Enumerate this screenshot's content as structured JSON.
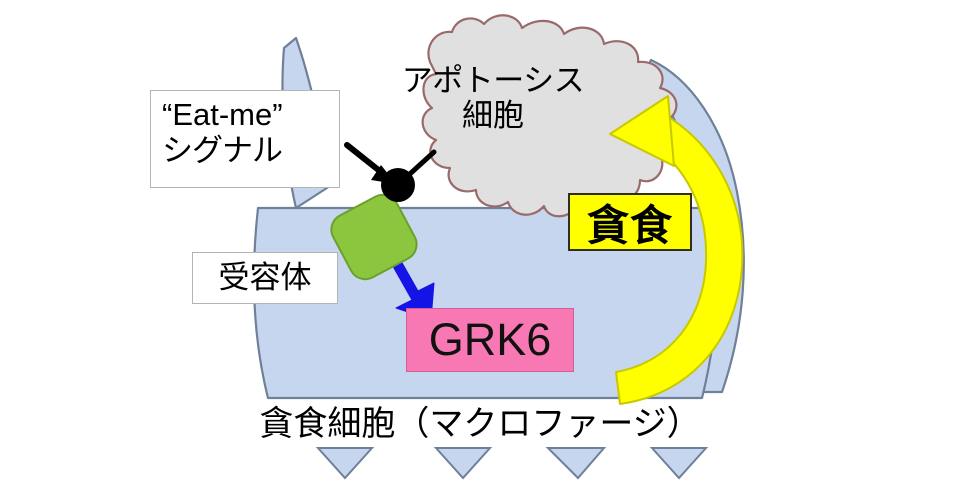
{
  "figure": {
    "title": "貪食細胞（マクロファージ）",
    "caption": "貪食細胞（マクロファージ）",
    "background_color": "#ffffff"
  },
  "labels": {
    "eat_me_line1": "“Eat-me”",
    "eat_me_line2": "シグナル",
    "receptor": "受容体",
    "apoptosis_line1": "アポトーシス",
    "apoptosis_line2": "細胞",
    "phagocytosis": "貪食",
    "grk6": "GRK6"
  },
  "colors": {
    "macrophage_fill": "#c6d6ef",
    "macrophage_stroke": "#6f8099",
    "apoptotic_fill": "#e0e0e0",
    "apoptotic_stroke": "#9a6a6a",
    "receptor_green": "#8cc63e",
    "receptor_green_stroke": "#6ba02c",
    "arrow_blue": "#1414e6",
    "arrow_yellow": "#ffff00",
    "arrow_yellow_stroke": "#c8c800",
    "grk6_pink": "#f878b4",
    "tag_yellow": "#ffff00",
    "callout_border": "#b4b4b4",
    "text_black": "#000000"
  },
  "shapes": {
    "macrophage": "phagocyte-body-with-pseudopods",
    "apoptotic_cell": "irregular-wavy-blob",
    "receptor": "tilted-rounded-rectangle",
    "signal_dot": "black-filled-circle",
    "blue_arrow": "straight-arrow-down-right",
    "yellow_arrow": "thick-curved-arrow-counterclockwise",
    "feet": [
      "foot-1",
      "foot-2",
      "foot-3",
      "foot-4"
    ]
  }
}
